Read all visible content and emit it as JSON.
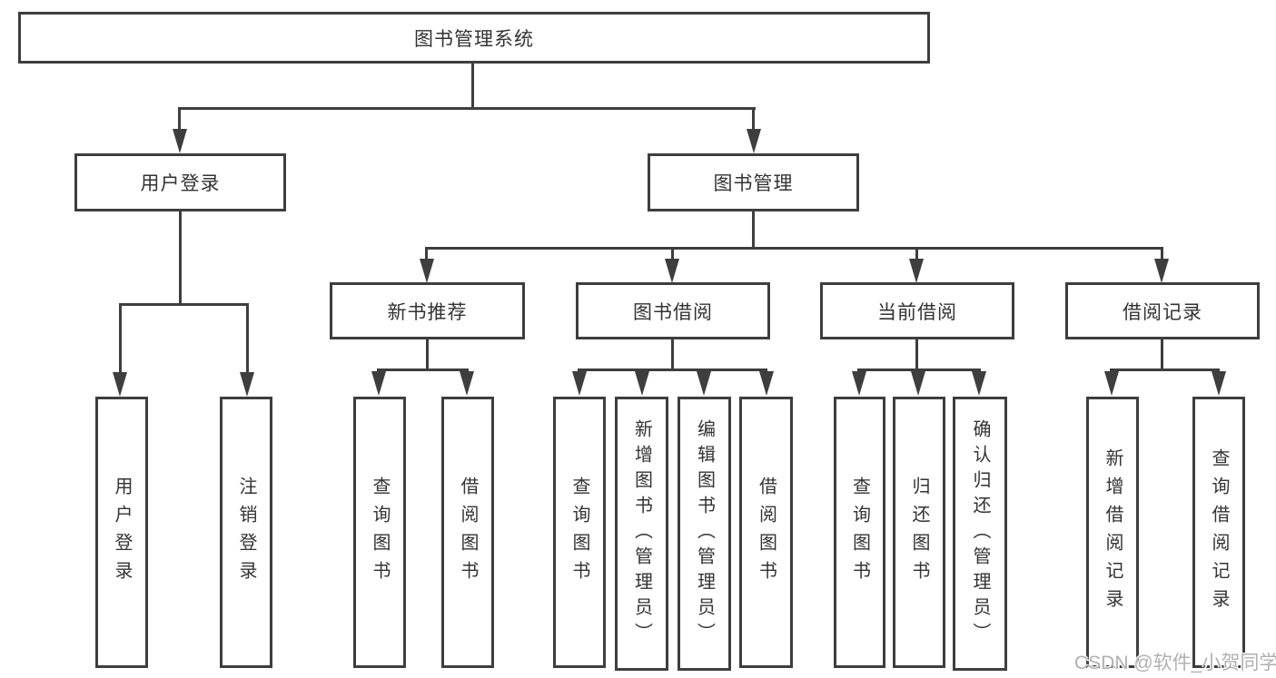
{
  "title": "图书管理系统",
  "level2": {
    "user_login": "用户登录",
    "book_management": "图书管理"
  },
  "level3": {
    "new_book_recommend": "新书推荐",
    "book_borrow": "图书借阅",
    "current_borrow": "当前借阅",
    "borrow_records": "借阅记录"
  },
  "leaves": {
    "user_login": "用户登录",
    "logout": "注销登录",
    "recommend_query_book": "查询图书",
    "recommend_borrow_book": "借阅图书",
    "borrow_query_book": "查询图书",
    "borrow_add_book": "新增图书（管理员）",
    "borrow_edit_book": "编辑图书（管理员）",
    "borrow_borrow_book": "借阅图书",
    "current_query_book": "查询图书",
    "current_return_book": "归还图书",
    "current_confirm_return": "确认归还（管理员）",
    "records_add_record": "新增借阅记录",
    "records_query_record": "查询借阅记录"
  },
  "watermark": "CSDN @软件_小贺同学",
  "colors": {
    "line": "#3e3e3e",
    "text": "#333333",
    "background": "#ffffff",
    "watermark": "#b0b0b0"
  }
}
